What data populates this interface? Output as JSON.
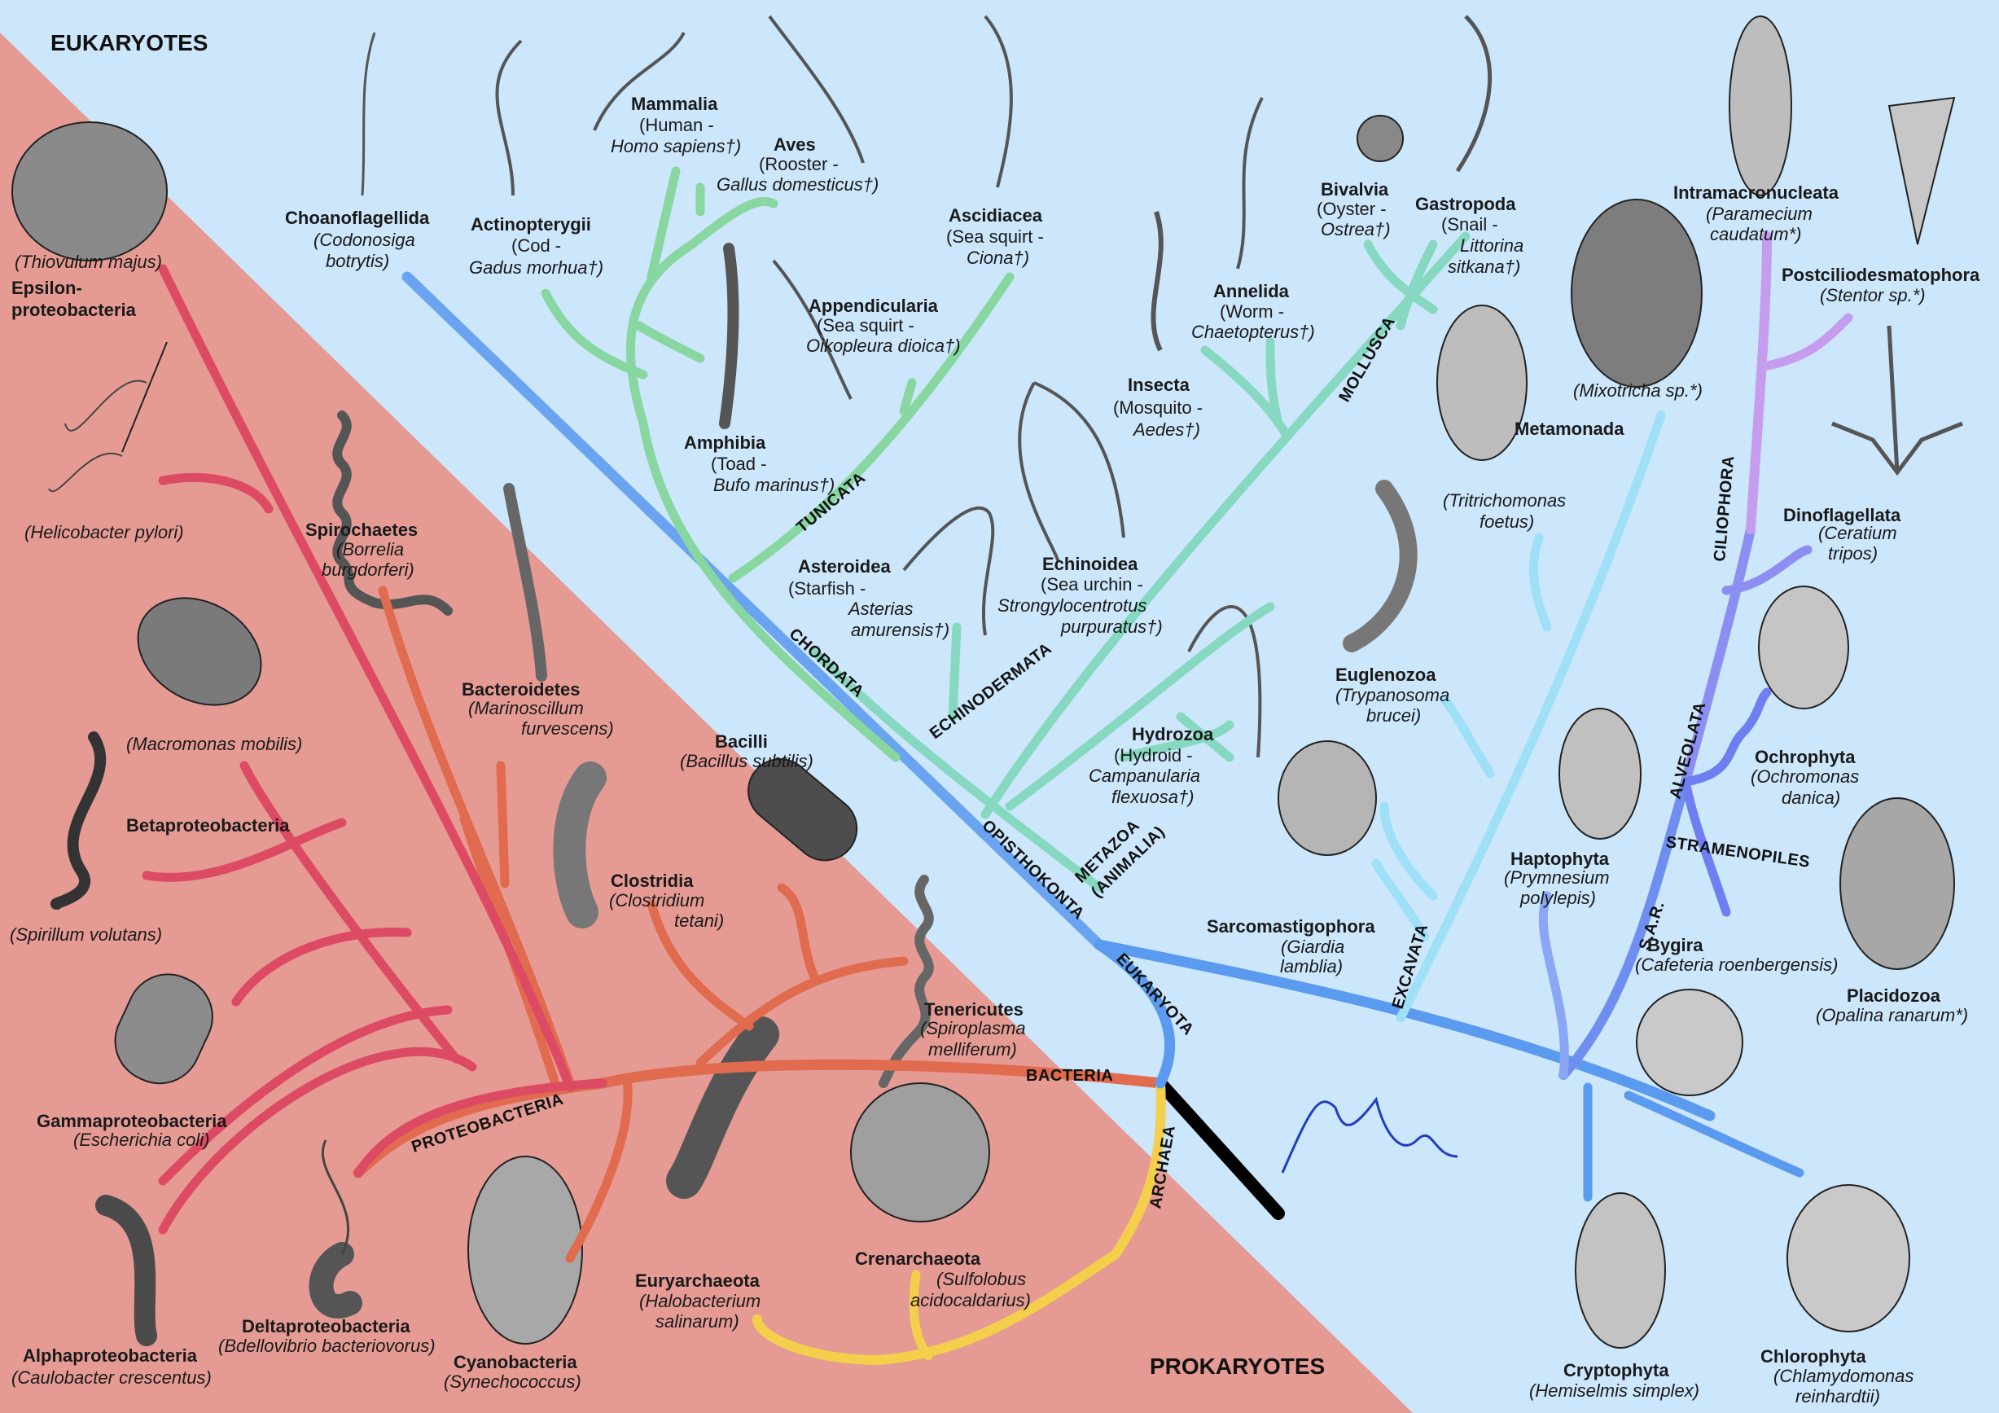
{
  "colors": {
    "eukaryote_bg": "#cce6fb",
    "prokaryote_bg": "#e59b94",
    "root": "#000000",
    "bacteria": "#e06b4e",
    "proteobacteria": "#dd4a63",
    "archaea": "#f4cf4b",
    "eukaryota": "#5b9bef",
    "opisthokonta": "#6aa3ef",
    "chordata": "#88d6a0",
    "metazoa": "#86d9c0",
    "excavata": "#9ee0f7",
    "sar": "#7f8ff1",
    "ciliophora": "#c59cf0",
    "stramenopiles": "#6f7ef0"
  },
  "regions": {
    "eukaryotes": "EUKARYOTES",
    "prokaryotes": "PROKARYOTES"
  },
  "branches": {
    "bacteria": "BACTERIA",
    "proteobacteria": "PROTEOBACTERIA",
    "archaea": "ARCHAEA",
    "eukaryota": "EUKARYOTA",
    "opisthokonta": "OPISTHOKONTA",
    "metazoa_1": "METAZOA",
    "metazoa_2": "(ANIMALIA)",
    "chordata": "CHORDATA",
    "tunicata": "TUNICATA",
    "echinodermata": "ECHINODERMATA",
    "mollusca": "MOLLUSCA",
    "excavata": "EXCAVATA",
    "sar": "S.A.R.",
    "alveolata": "ALVEOLATA",
    "ciliophora": "CILIOPHORA",
    "stramenopiles": "STRAMENOPILES"
  },
  "taxa": {
    "epsilon": {
      "n1": "Epsilon-",
      "n2": "proteobacteria"
    },
    "thiovulum": {
      "s": "(Thiovulum majus)"
    },
    "helicobacter": {
      "s": "(Helicobacter pylori)"
    },
    "macromonas": {
      "s": "(Macromonas mobilis)"
    },
    "beta": {
      "n": "Betaproteobacteria"
    },
    "spirillum": {
      "s": "(Spirillum volutans)"
    },
    "gamma": {
      "n": "Gammaproteobacteria",
      "s": "(Escherichia coli)"
    },
    "alpha": {
      "n": "Alphaproteobacteria",
      "s": "(Caulobacter crescentus)"
    },
    "delta": {
      "n": "Deltaproteobacteria",
      "s": "(Bdellovibrio bacteriovorus)"
    },
    "cyano": {
      "n": "Cyanobacteria",
      "s": "(Synechococcus)"
    },
    "spirochaetes": {
      "n": "Spirochaetes",
      "s1": "(Borrelia",
      "s2": "burgdorferi)"
    },
    "bacteroidetes": {
      "n": "Bacteroidetes",
      "s1": "(Marinoscillum",
      "s2": "furvescens)"
    },
    "bacilli": {
      "n": "Bacilli",
      "s": "(Bacillus subtilis)"
    },
    "clostridia": {
      "n": "Clostridia",
      "s1": "(Clostridium",
      "s2": "tetani)"
    },
    "tenericutes": {
      "n": "Tenericutes",
      "s1": "(Spiroplasma",
      "s2": "melliferum)"
    },
    "eury": {
      "n": "Euryarchaeota",
      "s1": "(Halobacterium",
      "s2": "salinarum)"
    },
    "cren": {
      "n": "Crenarchaeota",
      "s1": "(Sulfolobus",
      "s2": "acidocaldarius)"
    },
    "choano": {
      "n": "Choanoflagellida",
      "s1": "(Codonosiga",
      "s2": "botrytis)"
    },
    "actino": {
      "n": "Actinopterygii",
      "c": "(Cod -",
      "s": "Gadus morhua†)"
    },
    "mammalia": {
      "n": "Mammalia",
      "c": "(Human -",
      "s": "Homo sapiens†)"
    },
    "aves": {
      "n": "Aves",
      "c": "(Rooster -",
      "s": "Gallus domesticus†)"
    },
    "ascidiacea": {
      "n": "Ascidiacea",
      "c": "(Sea squirt -",
      "s": "Ciona†)"
    },
    "appendicularia": {
      "n": "Appendicularia",
      "c": "(Sea squirt -",
      "s": "Oikopleura dioica†)"
    },
    "amphibia": {
      "n": "Amphibia",
      "c": "(Toad -",
      "s": "Bufo marinus†)"
    },
    "asteroidea": {
      "n": "Asteroidea",
      "c": "(Starfish -",
      "s1": "Asterias",
      "s2": "amurensis†)"
    },
    "echinoidea": {
      "n": "Echinoidea",
      "c": "(Sea urchin -",
      "s1": "Strongylocentrotus",
      "s2": "purpuratus†)"
    },
    "hydrozoa": {
      "n": "Hydrozoa",
      "c": "(Hydroid -",
      "s1": "Campanularia",
      "s2": "flexuosa†)"
    },
    "insecta": {
      "n": "Insecta",
      "c": "(Mosquito -",
      "s": "Aedes†)"
    },
    "annelida": {
      "n": "Annelida",
      "c": "(Worm -",
      "s": "Chaetopterus†)"
    },
    "bivalvia": {
      "n": "Bivalvia",
      "c": "(Oyster -",
      "s": "Ostrea†)"
    },
    "gastropoda": {
      "n": "Gastropoda",
      "c": "(Snail -",
      "s1": "Littorina",
      "s2": "sitkana†)"
    },
    "mixotricha": {
      "s": "(Mixotricha sp.*)"
    },
    "metamonada": {
      "n": "Metamonada",
      "s1": "(Tritrichomonas",
      "s2": "foetus)"
    },
    "euglenozoa": {
      "n": "Euglenozoa",
      "s1": "(Trypanosoma",
      "s2": "brucei)"
    },
    "sarcomastigophora": {
      "n": "Sarcomastigophora",
      "s1": "(Giardia",
      "s2": "lamblia)"
    },
    "haptophyta": {
      "n": "Haptophyta",
      "s1": "(Prymnesium",
      "s2": "polylepis)"
    },
    "intramacro": {
      "n": "Intramacronucleata",
      "s1": "(Paramecium",
      "s2": "caudatum*)"
    },
    "postcilio": {
      "n": "Postciliodesmatophora",
      "s": "(Stentor sp.*)"
    },
    "dinoflagellata": {
      "n": "Dinoflagellata",
      "s1": "(Ceratium",
      "s2": "tripos)"
    },
    "ochrophyta": {
      "n": "Ochrophyta",
      "s1": "(Ochromonas",
      "s2": "danica)"
    },
    "bygira": {
      "n": "Bygira",
      "s": "(Cafeteria roenbergensis)"
    },
    "placidozoa": {
      "n": "Placidozoa",
      "s": "(Opalina ranarum*)"
    },
    "cryptophyta": {
      "n": "Cryptophyta",
      "s": "(Hemiselmis simplex)"
    },
    "chlorophyta": {
      "n": "Chlorophyta",
      "s1": "(Chlamydomonas",
      "s2": "reinhardtii)"
    }
  },
  "icons": [
    "signature-icon",
    "organism-drawing-icon"
  ]
}
